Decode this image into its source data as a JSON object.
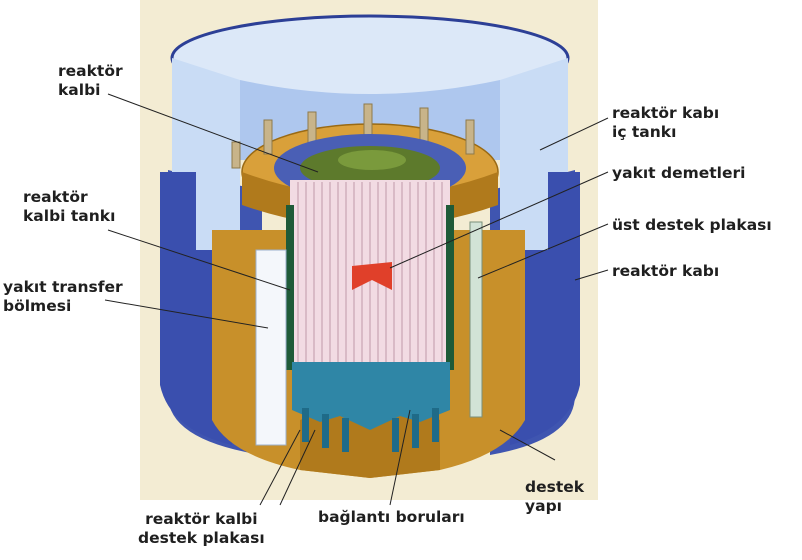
{
  "labels": {
    "reactor_core": [
      "reaktör",
      "kalbi"
    ],
    "core_tank": [
      "reaktör",
      "kalbi tankı"
    ],
    "fuel_transfer": [
      "yakıt transfer",
      "bölmesi"
    ],
    "inner_tank": [
      "reaktör kabı",
      "iç tankı"
    ],
    "fuel_assemblies": [
      "yakıt demetleri"
    ],
    "upper_support": [
      "üst destek plakası"
    ],
    "reactor_vessel": [
      "reaktör kabı"
    ],
    "support_structure": [
      "destek",
      "yapı"
    ],
    "core_support_plate": [
      "reaktör kalbi",
      "destek plakası"
    ],
    "pipes": [
      "bağlantı boruları"
    ]
  },
  "colors": {
    "backdrop": "#f3ecd3",
    "vessel_blue": "#3f55b0",
    "vessel_light": "#c9dcf5",
    "gold": "#c8902a",
    "gold_dark": "#9a6a14",
    "core_green": "#5d7a2c",
    "core_blue": "#4a5fb5",
    "fuel_pink": "#f2c8d6",
    "fuel_red": "#e0402a",
    "bottom_teal": "#2f86a6",
    "leader": "#222222"
  }
}
